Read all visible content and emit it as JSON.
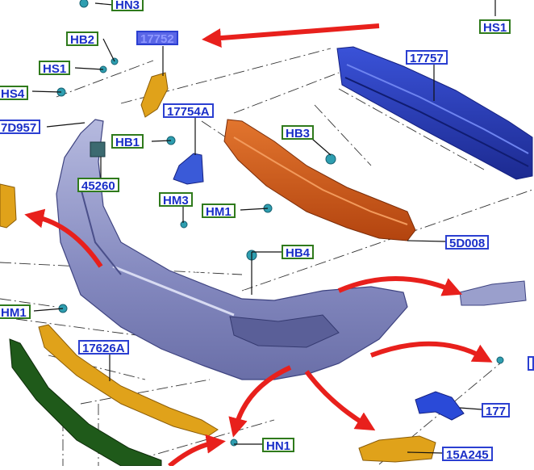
{
  "labels": {
    "hn3": "HN3",
    "hs1_top": "HS1",
    "hb2": "HB2",
    "p17752": "17752",
    "hs1_left": "HS1",
    "p17757": "17757",
    "hs4": "HS4",
    "p17754a": "17754A",
    "p7d957": "7D957",
    "hb1": "HB1",
    "hb3": "HB3",
    "p45260": "45260",
    "hm3": "HM3",
    "hm1_mid": "HM1",
    "p5d008": "5D008",
    "hb4": "HB4",
    "hm1_left": "HM1",
    "p17626a": "17626A",
    "p177": "177",
    "hn1": "HN1",
    "p15a245": "15A245"
  },
  "colors": {
    "label_text": "#1a2fc8",
    "part_number_border": "#2b3fd1",
    "fastener_border": "#2f7a1c",
    "selected_fill": "#5a66e6",
    "arrow": "#e8201c",
    "bumper": "#8a90c8",
    "reinforcement_beam": "#2a3db8",
    "absorber": "#d4581a",
    "trim_strip": "#e0a21a",
    "lower_deflector": "#1f5a1a"
  }
}
